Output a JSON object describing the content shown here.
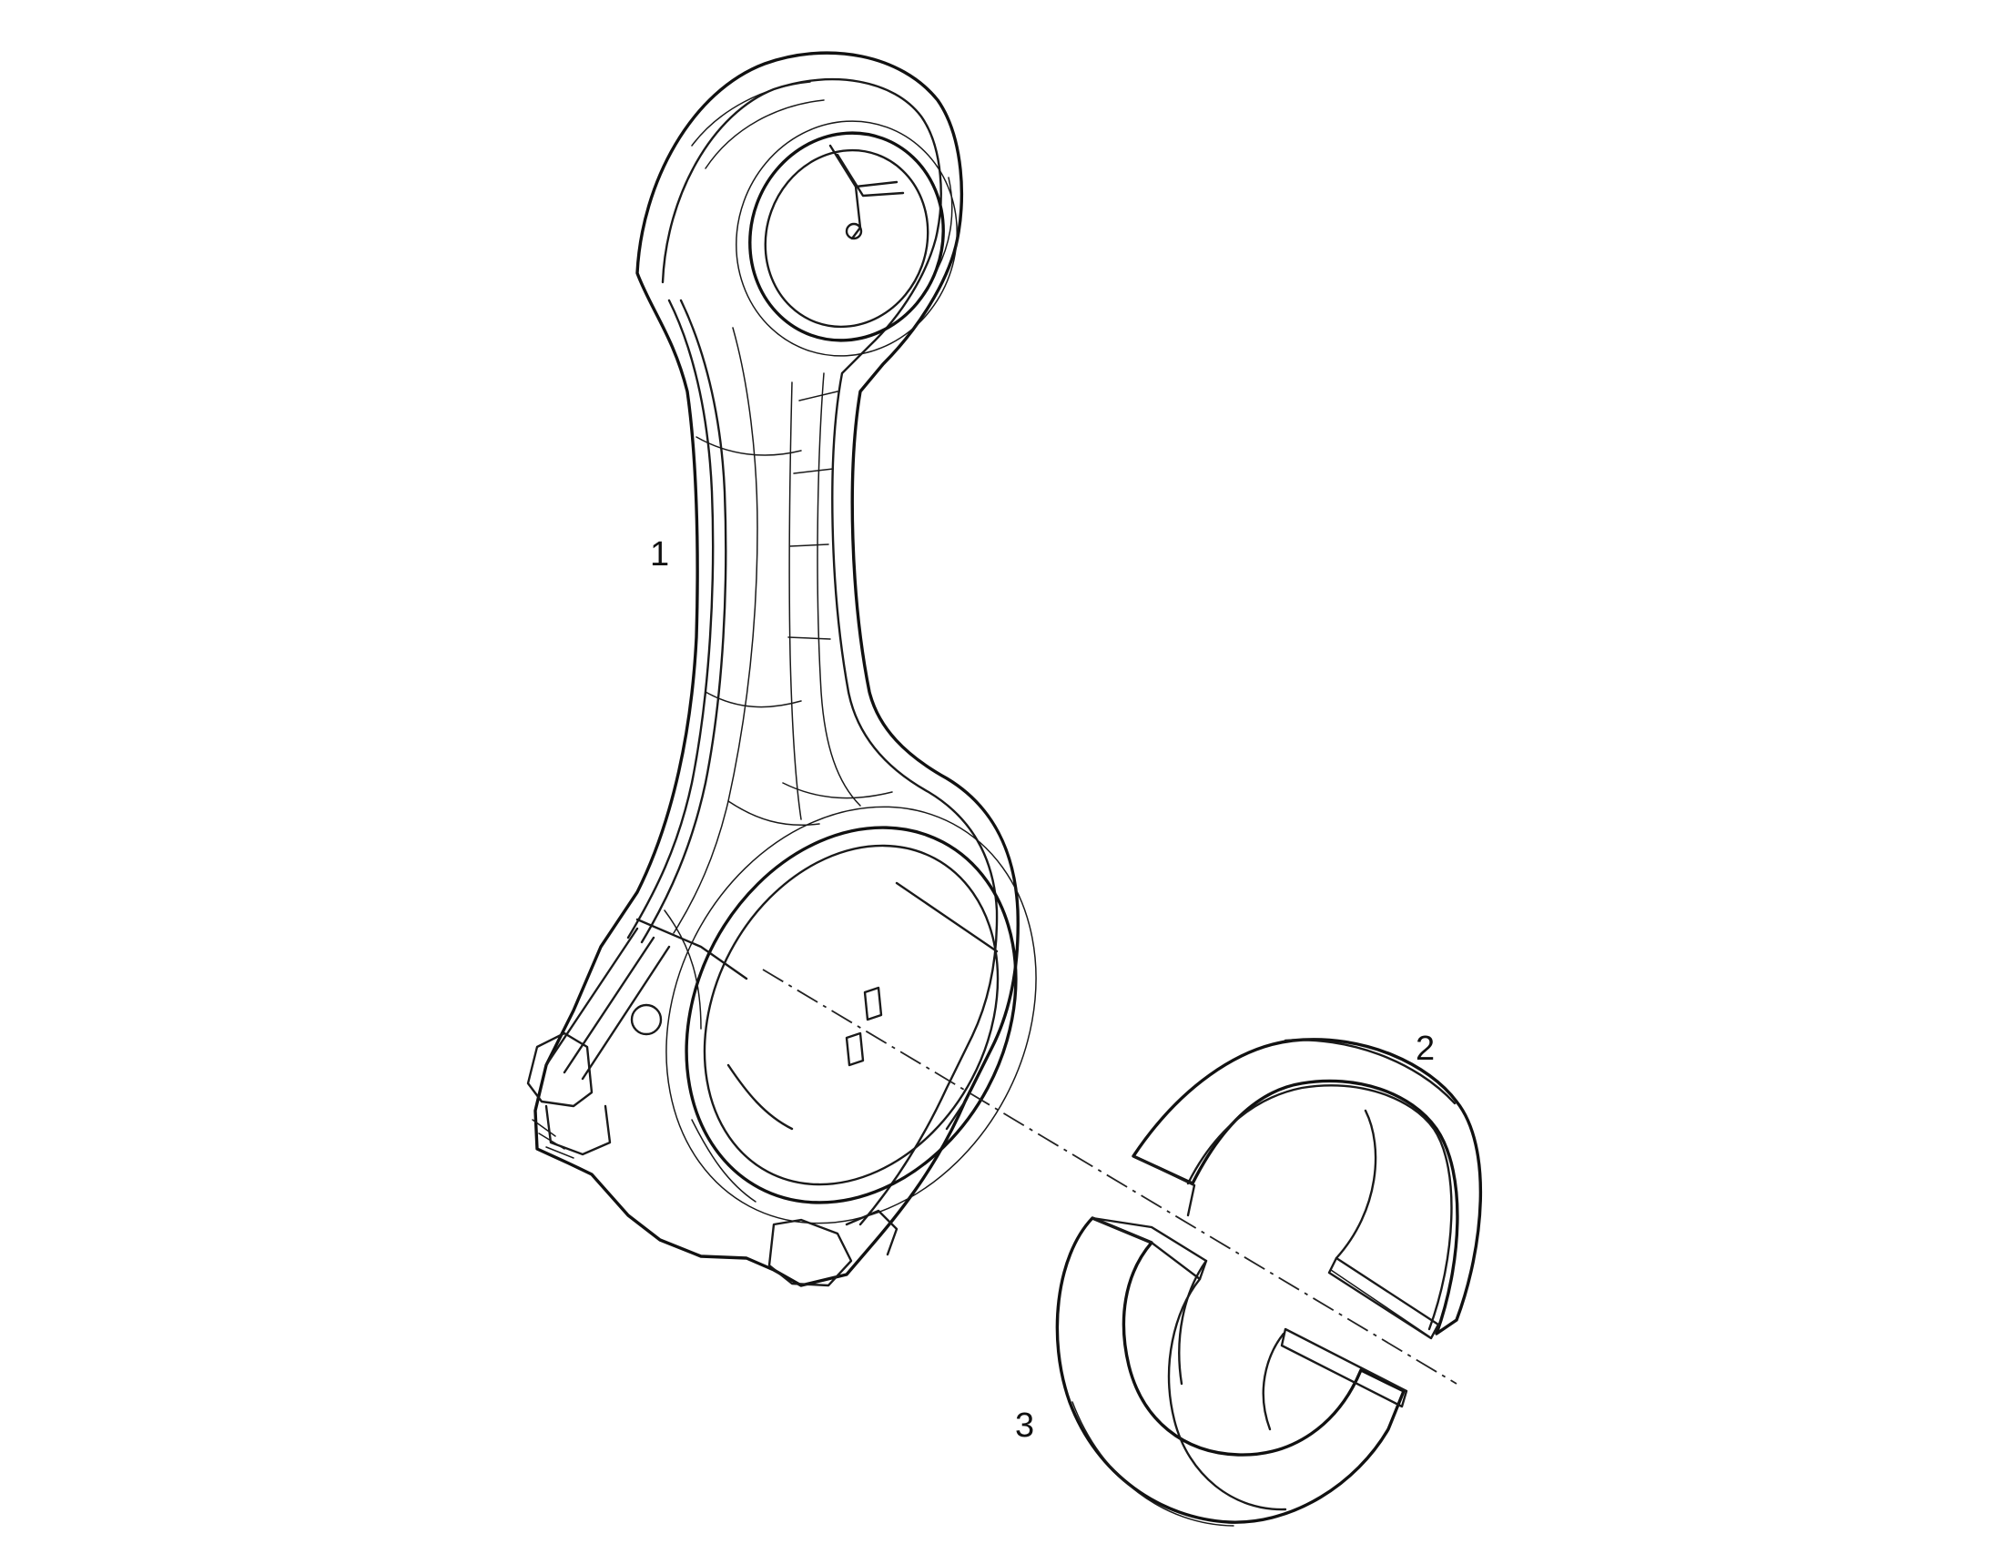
{
  "figure": {
    "background": "#ffffff",
    "line_color": "#1a1a1a",
    "parts": [
      {
        "callout": "1",
        "name": "connecting-rod"
      },
      {
        "callout": "2",
        "name": "upper-bearing-shell"
      },
      {
        "callout": "3",
        "name": "lower-bearing-shell"
      }
    ]
  }
}
